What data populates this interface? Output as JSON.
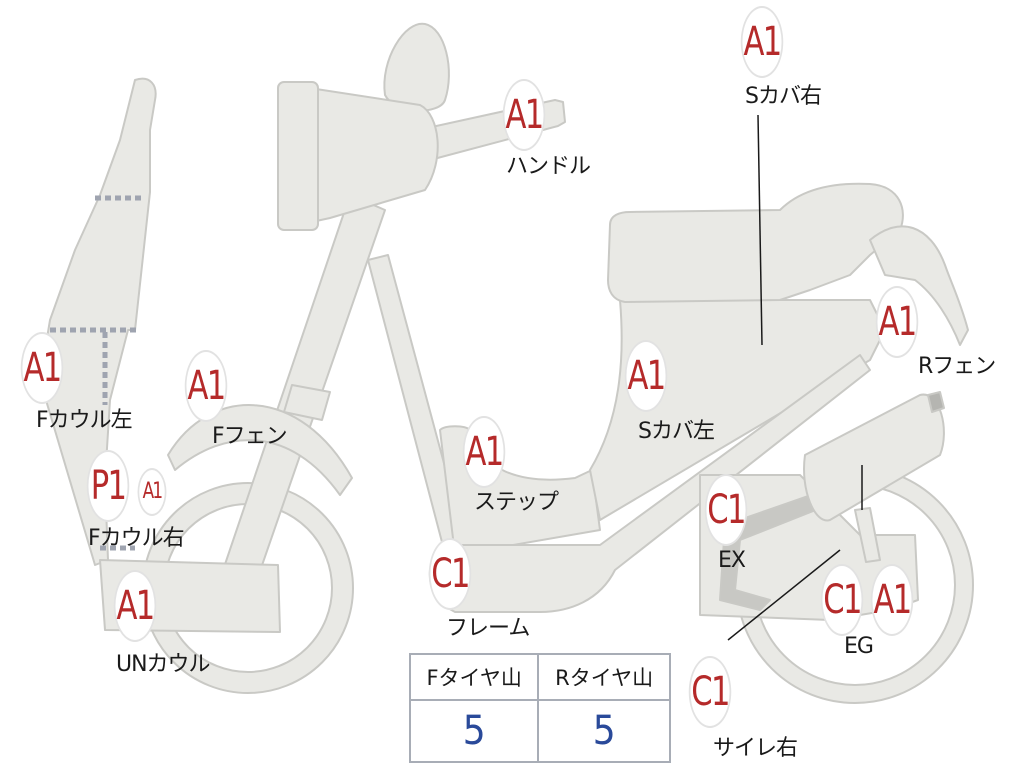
{
  "colors": {
    "part_fill": "#e9e9e5",
    "part_stroke": "#c9c9c5",
    "grade_red": "#b52a2a",
    "value_blue": "#2a4a9a"
  },
  "parts": {
    "s_cover_right": {
      "grade": "A1",
      "label": "Sカバ右"
    },
    "handle": {
      "grade": "A1",
      "label": "ハンドル"
    },
    "r_fender": {
      "grade": "A1",
      "label": "Rフェン"
    },
    "f_cowl_left": {
      "grade": "A1",
      "label": "Fカウル左"
    },
    "f_fender": {
      "grade": "A1",
      "label": "Fフェン"
    },
    "s_cover_left": {
      "grade": "A1",
      "label": "Sカバ左"
    },
    "step": {
      "grade": "A1",
      "label": "ステップ"
    },
    "f_cowl_right": {
      "grade": "P1",
      "grade_sub": "A1",
      "label": "Fカウル右"
    },
    "exhaust": {
      "grade": "C1",
      "label": "EX"
    },
    "un_cowl": {
      "grade": "A1",
      "label": "UNカウル"
    },
    "frame": {
      "grade": "C1",
      "label": "フレーム"
    },
    "engine": {
      "grade": "C1",
      "grade_sub": "A1",
      "label": "EG"
    },
    "silencer_right": {
      "grade": "C1",
      "label": "サイレ右"
    }
  },
  "tires": {
    "front": {
      "label": "Fタイヤ山",
      "value": "5"
    },
    "rear": {
      "label": "Rタイヤ山",
      "value": "5"
    }
  }
}
